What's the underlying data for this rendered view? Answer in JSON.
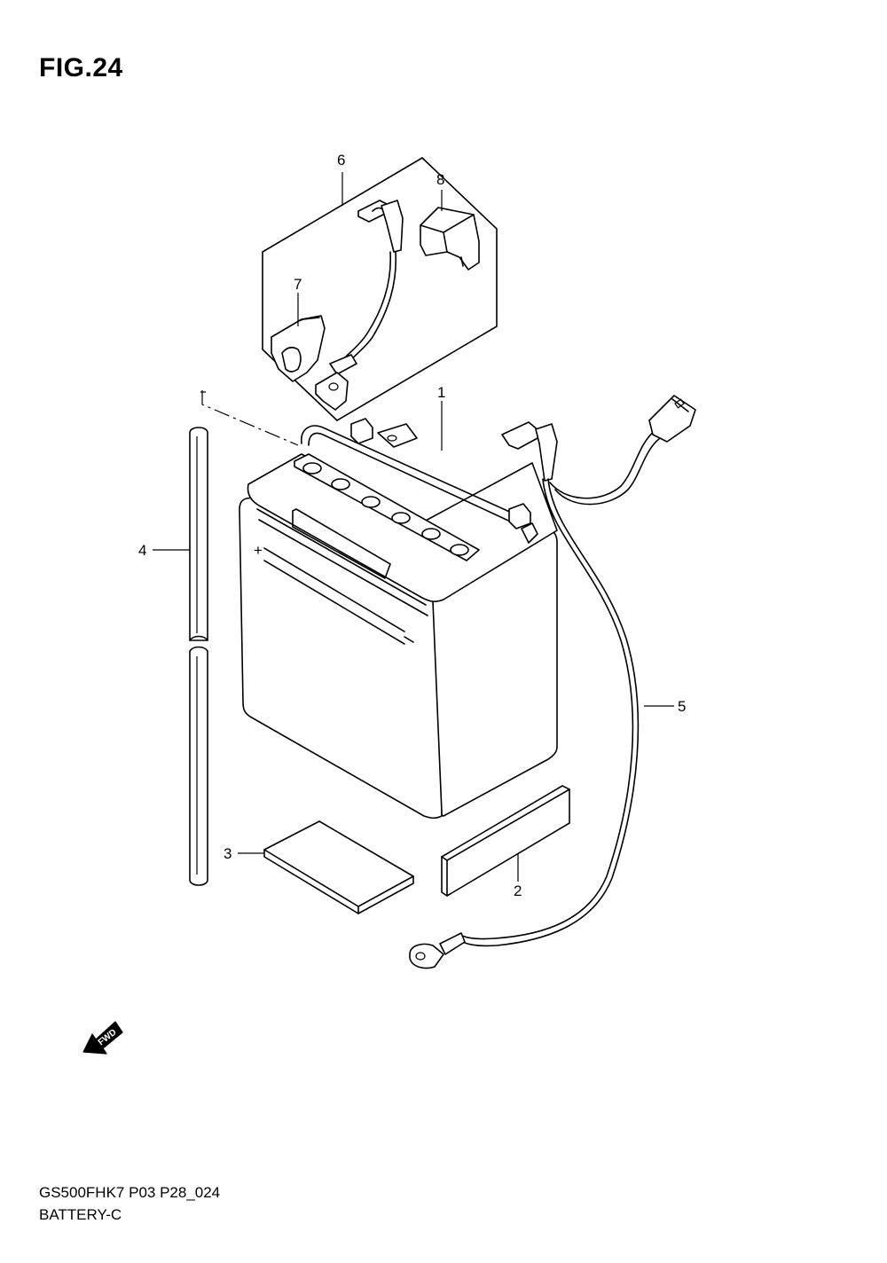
{
  "figure": {
    "title": "FIG.24",
    "code": "GS500FHK7 P03 P28_024",
    "name": "BATTERY-C"
  },
  "callouts": [
    {
      "number": "1",
      "part": "battery"
    },
    {
      "number": "2",
      "part": "battery-pad-rear"
    },
    {
      "number": "3",
      "part": "battery-pad-bottom"
    },
    {
      "number": "4",
      "part": "battery-vent-hose"
    },
    {
      "number": "5",
      "part": "battery-minus-lead"
    },
    {
      "number": "6",
      "part": "battery-plus-lead"
    },
    {
      "number": "7",
      "part": "terminal-cover"
    },
    {
      "number": "8",
      "part": "terminal-cover"
    }
  ],
  "battery_marking": "+",
  "fwd_label": "FWD",
  "icons": {
    "fwd": "fwd-arrow-icon"
  }
}
